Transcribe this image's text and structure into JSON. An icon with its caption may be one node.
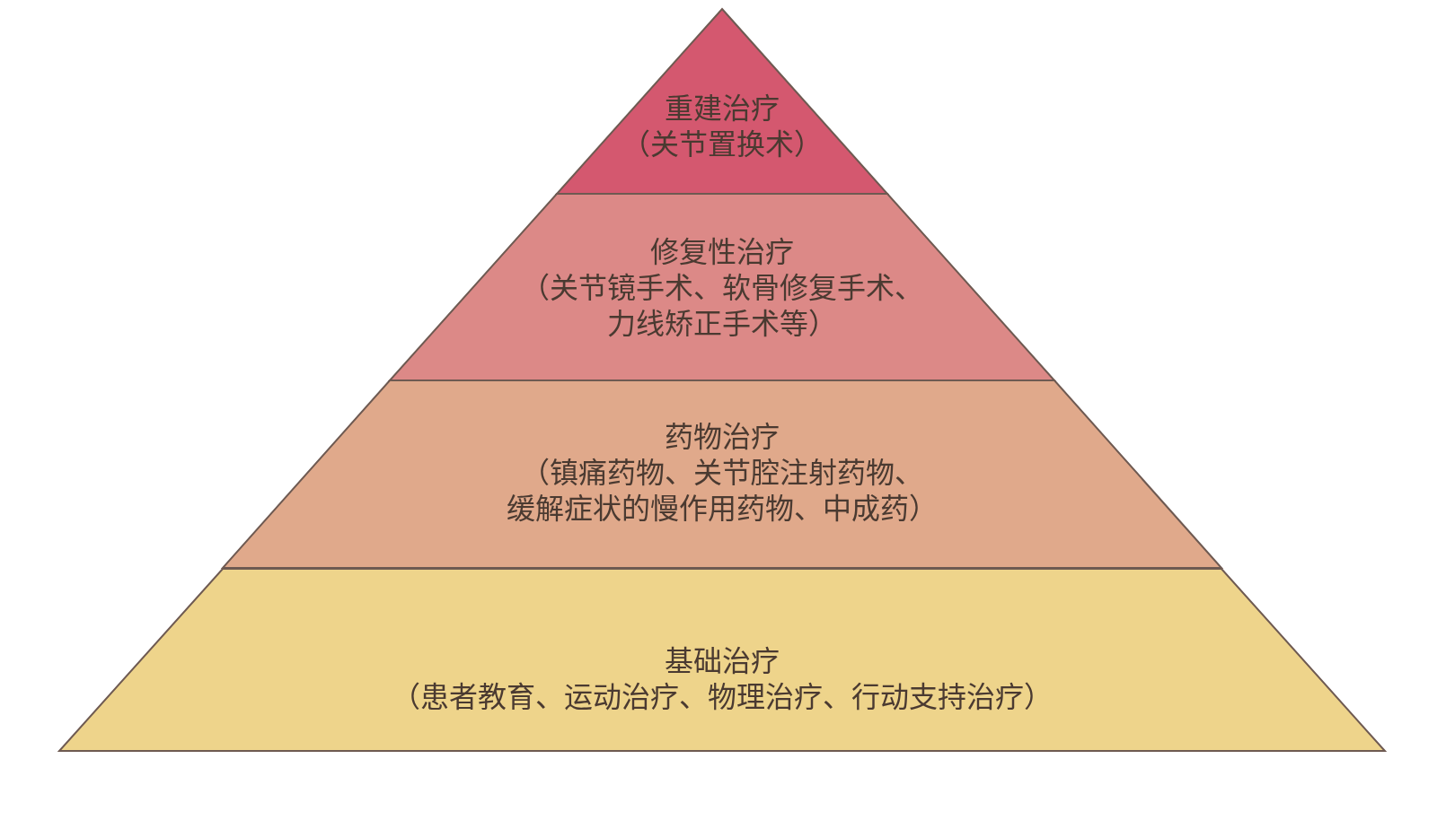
{
  "diagram": {
    "nodes": [
      {
        "text": [
          "重建治疗",
          "（关节置换术）"
        ]
      },
      {
        "text": [
          "修复性治疗",
          "（关节镜手术、软骨修复手术、力线矫正手术等）"
        ]
      },
      {
        "text": [
          "药物治疗",
          "（镇痛药物、关节腔注射药物、缓解症状的慢作用药物、中成药）"
        ]
      },
      {
        "text": [
          "基础治疗",
          "（患者教育、运动治疗、物理治疗、行动支持治疗）"
        ]
      }
    ]
  }
}
